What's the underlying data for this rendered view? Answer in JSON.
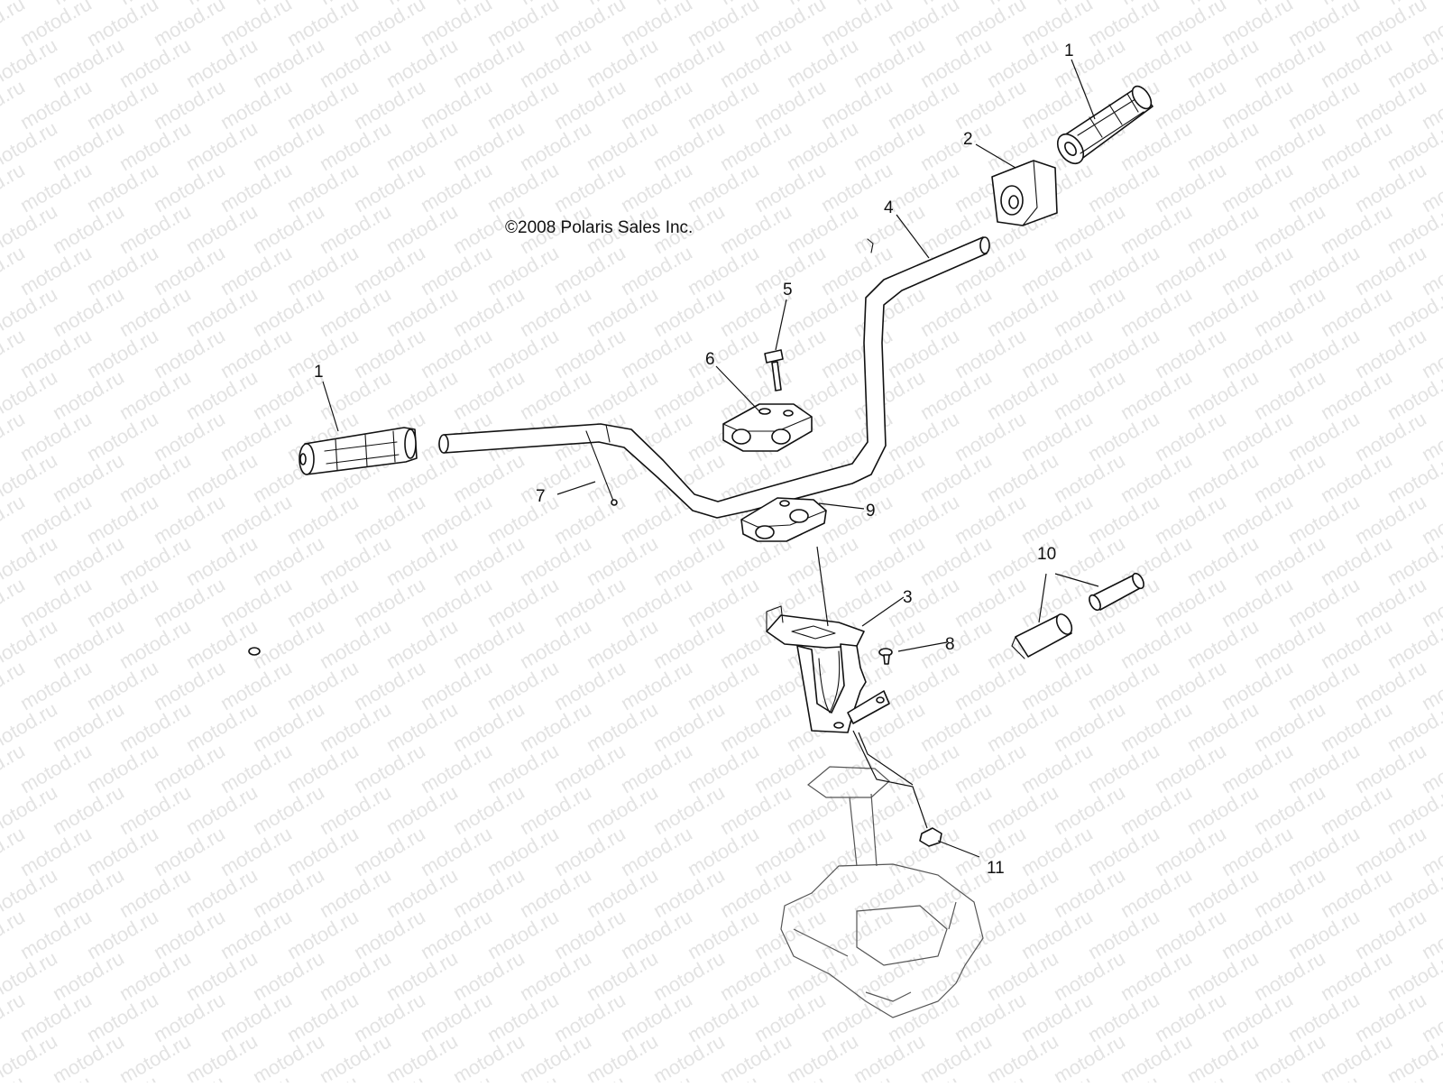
{
  "watermark": {
    "text": "motod.ru",
    "color": "#e3e3e3"
  },
  "copyright": "©2008 Polaris Sales Inc.",
  "callouts": {
    "grip_left": "1",
    "grip_right": "1",
    "throttle_block": "2",
    "mount_bracket": "3",
    "handlebar": "4",
    "cap_screw": "5",
    "upper_clamp": "6",
    "choke_rod": "7",
    "small_screw": "8",
    "lower_clamp": "9",
    "plug_set": "10",
    "nut": "11"
  }
}
